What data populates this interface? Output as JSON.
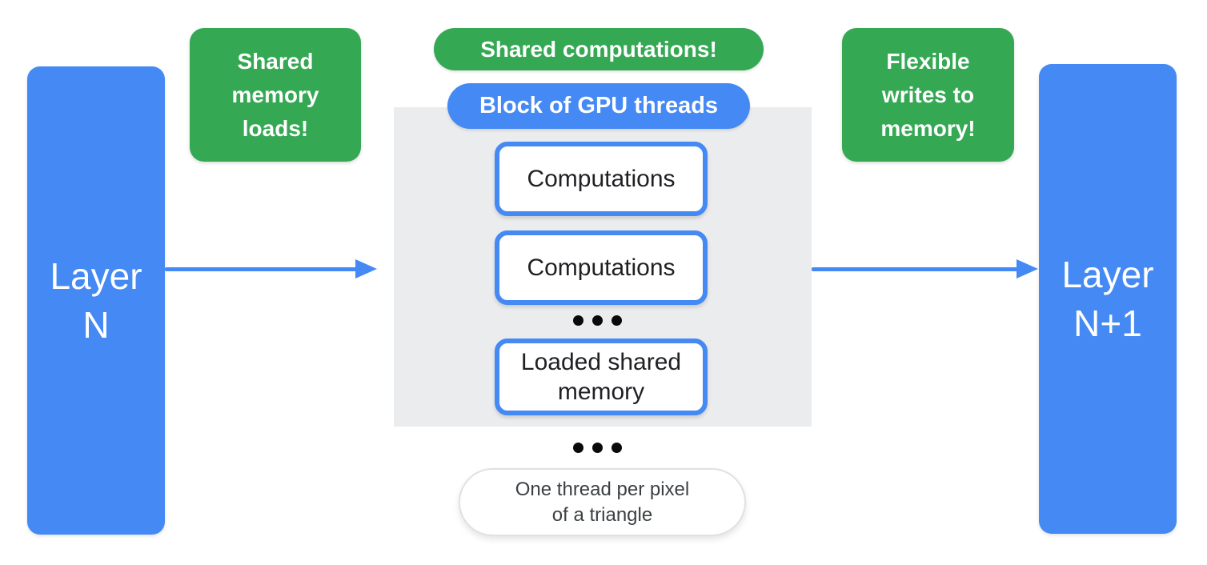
{
  "diagram": {
    "layer_left": {
      "line1": "Layer",
      "line2": "N"
    },
    "layer_right": {
      "line1": "Layer",
      "line2": "N+1"
    },
    "note_left": {
      "line1": "Shared",
      "line2": "memory",
      "line3": "loads!"
    },
    "note_right": {
      "line1": "Flexible",
      "line2": "writes to",
      "line3": "memory!"
    },
    "pill_shared_computations": "Shared computations!",
    "pill_block_gpu_threads": "Block of GPU threads",
    "box_computations_1": "Computations",
    "box_computations_2": "Computations",
    "box_loaded_shared": {
      "line1": "Loaded shared",
      "line2": "memory"
    },
    "caption": {
      "line1": "One thread per pixel",
      "line2": "of a triangle"
    }
  },
  "icons": {
    "ellipsis_dots": "• • •",
    "arrow_right": "→"
  },
  "colors": {
    "blue": "#4589F4",
    "green": "#34A853",
    "gray_block": "#EBECED",
    "text_dark": "#202124",
    "caption_border": "#DFE1E5",
    "text_white": "#FFFFFF"
  }
}
